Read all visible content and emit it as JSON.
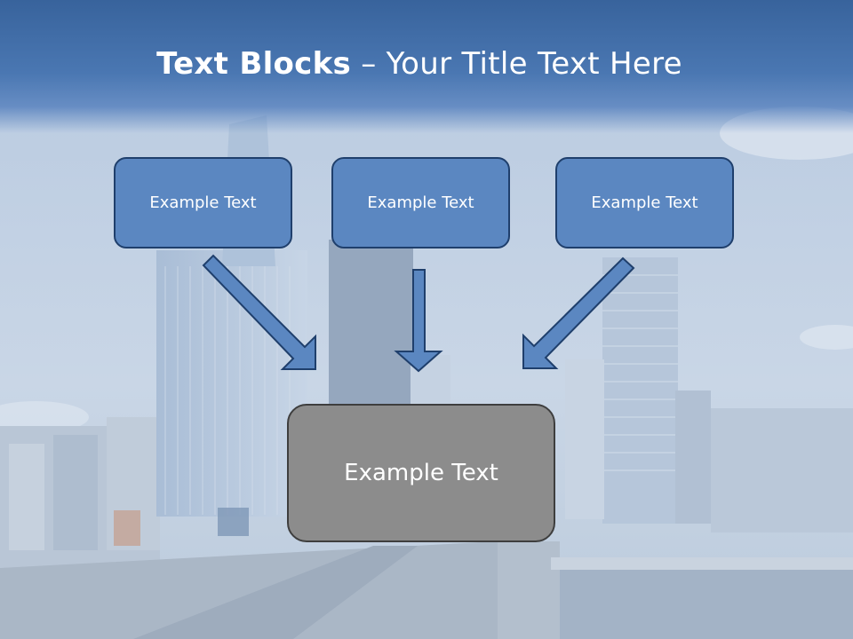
{
  "slide": {
    "title_bold": "Text Blocks",
    "title_separator": " – ",
    "title_rest": "Your Title Text Here"
  },
  "blocks": [
    {
      "label": "Example Text"
    },
    {
      "label": "Example Text"
    },
    {
      "label": "Example Text"
    }
  ],
  "center_block": {
    "label": "Example Text"
  },
  "colors": {
    "header": "#4a77b2",
    "block_fill": "#5b87c1",
    "block_border": "#1f3f6c",
    "center_fill": "#8c8c8c",
    "arrow_fill": "#5b87c1"
  }
}
